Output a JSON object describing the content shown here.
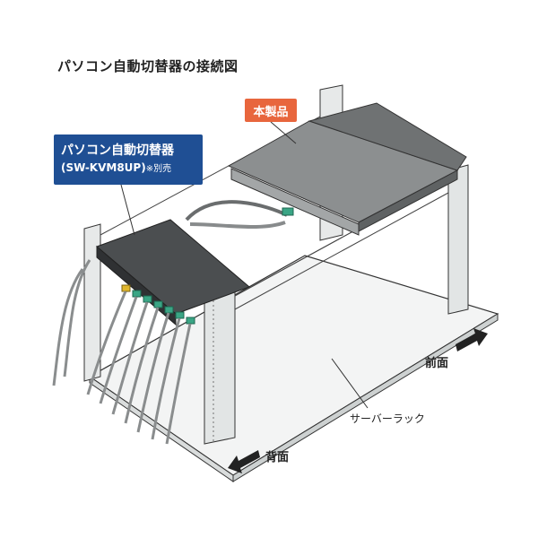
{
  "title": "パソコン自動切替器の接続図",
  "callouts": {
    "product": "本製品",
    "switch_line1": "パソコン自動切替器",
    "switch_line2": "(SW-KVM8UP)",
    "switch_note": "※別売"
  },
  "labels": {
    "front": "前面",
    "back": "背面",
    "rack": "サーバーラック"
  },
  "colors": {
    "product_callout": "#e8663d",
    "switch_callout": "#1f4f94",
    "cable_connector": "#3aa585",
    "rack_frame": "#e4e6e6",
    "rack_outline": "#333333"
  }
}
